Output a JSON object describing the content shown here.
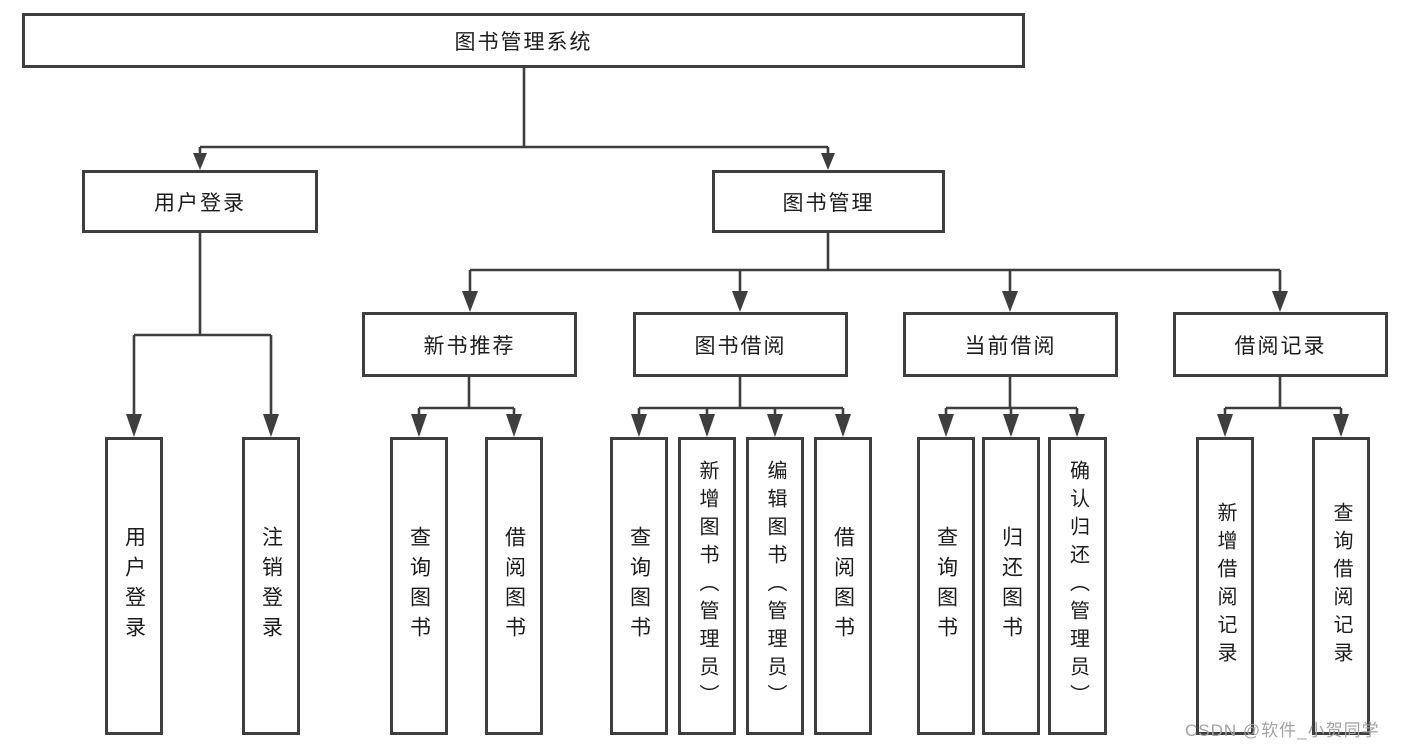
{
  "diagram": {
    "root": "图书管理系统",
    "user_login": {
      "label": "用户登录",
      "children": [
        "用户登录",
        "注销登录"
      ]
    },
    "book_management": {
      "label": "图书管理",
      "groups": [
        {
          "label": "新书推荐",
          "children": [
            "查询图书",
            "借阅图书"
          ]
        },
        {
          "label": "图书借阅",
          "children": [
            "查询图书",
            "新增图书（管理员）",
            "编辑图书（管理员）",
            "借阅图书"
          ]
        },
        {
          "label": "当前借阅",
          "children": [
            "查询图书",
            "归还图书",
            "确认归还（管理员）"
          ]
        },
        {
          "label": "借阅记录",
          "children": [
            "新增借阅记录",
            "查询借阅记录"
          ]
        }
      ]
    }
  },
  "colors": {
    "line": "#3e3e3e",
    "text": "#1c1c1c",
    "watermark": "#a3a3a3",
    "background": "#ffffff"
  },
  "watermark": "CSDN @软件_小贺同学"
}
